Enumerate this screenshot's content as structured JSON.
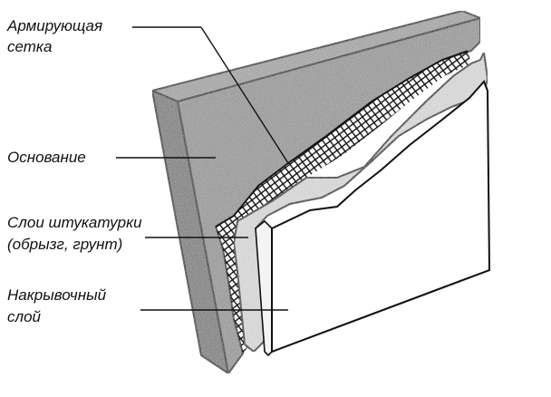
{
  "labels": {
    "mesh": [
      "Армирующая",
      "сетка"
    ],
    "base": [
      "Основание"
    ],
    "plaster": [
      "Слои штукатурки",
      "(обрызг, грунт)"
    ],
    "finish": [
      "Накрывочный",
      "слой"
    ]
  },
  "colors": {
    "ink": "#111111",
    "base_fill": "#9a9a9a",
    "base_dark": "#7d7d7d",
    "plaster_fill": "#e2e2e2",
    "finish_fill": "#ffffff"
  }
}
